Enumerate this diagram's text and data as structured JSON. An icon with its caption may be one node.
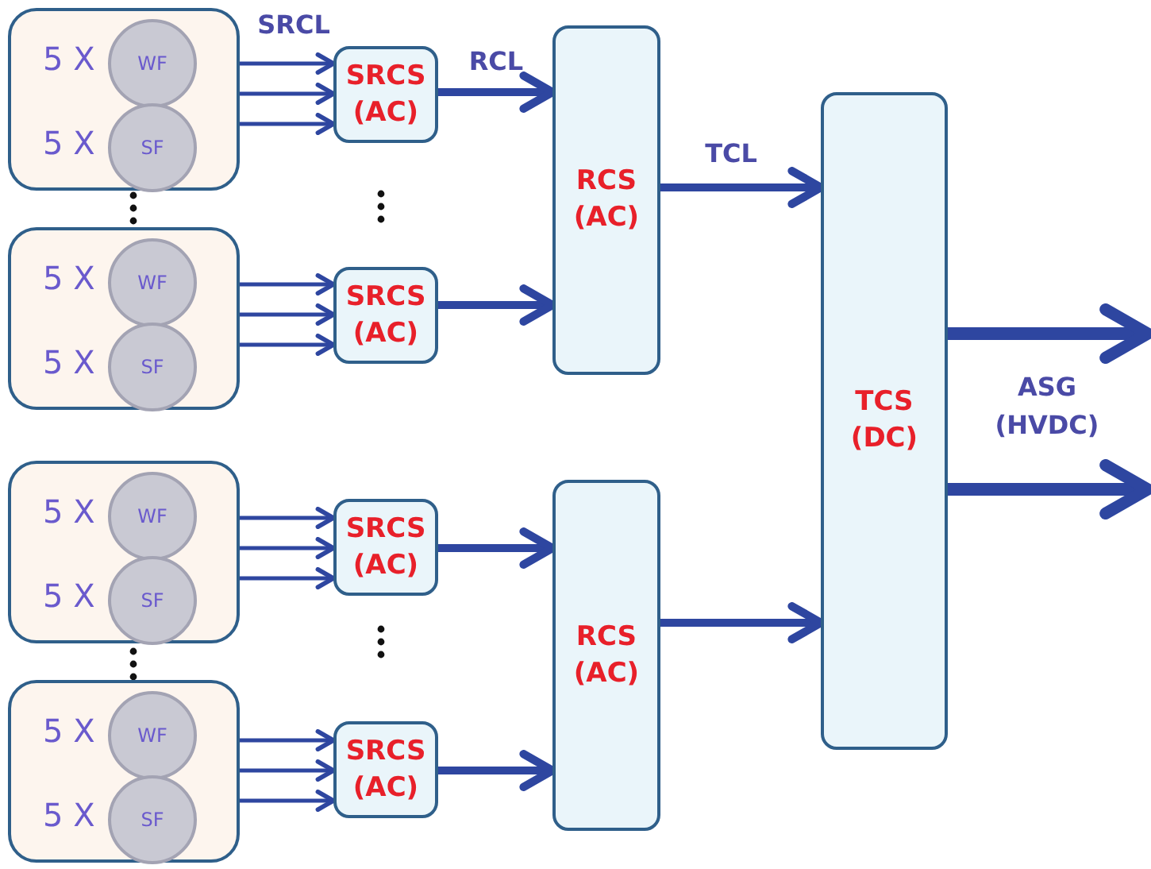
{
  "diagram": {
    "nodes": [
      {
        "text": [
          "5 X",
          "5 X"
        ]
      },
      {
        "text": [
          "WF"
        ],
        "in": 0
      },
      {
        "text": [
          "SF"
        ],
        "in": 0
      },
      {
        "text": [
          "SRCS (AC)"
        ]
      },
      {
        "text": [
          "5 X",
          "5 X"
        ]
      },
      {
        "text": [
          "WF"
        ],
        "in": 4
      },
      {
        "text": [
          "SF"
        ],
        "in": 4
      },
      {
        "text": [
          "SRCS (AC)"
        ]
      },
      {
        "text": [
          "RCS (AC)"
        ]
      },
      {
        "text": [
          "5 X",
          "5 X"
        ]
      },
      {
        "text": [
          "WF"
        ],
        "in": 9
      },
      {
        "text": [
          "SF"
        ],
        "in": 9
      },
      {
        "text": [
          "SRCS (AC)"
        ]
      },
      {
        "text": [
          "5 X",
          "5 X"
        ]
      },
      {
        "text": [
          "WF"
        ],
        "in": 13
      },
      {
        "text": [
          "SF"
        ],
        "in": 13
      },
      {
        "text": [
          "SRCS (AC)"
        ]
      },
      {
        "text": [
          "RCS (AC)"
        ]
      },
      {
        "text": [
          "TCS (DC)"
        ]
      }
    ],
    "edges": [
      {
        "from": 0,
        "to": 3,
        "arrow": "to"
      },
      {
        "from": 0,
        "to": 3,
        "arrow": "to"
      },
      {
        "from": 0,
        "to": 3,
        "arrow": "to"
      },
      {
        "from": 3,
        "to": 8,
        "arrow": "to",
        "style": "thick"
      },
      {
        "from": 4,
        "to": 7,
        "arrow": "to"
      },
      {
        "from": 4,
        "to": 7,
        "arrow": "to"
      },
      {
        "from": 4,
        "to": 7,
        "arrow": "to"
      },
      {
        "from": 7,
        "to": 8,
        "arrow": "to",
        "style": "thick"
      },
      {
        "from": 8,
        "to": 18,
        "arrow": "to",
        "style": "thick"
      },
      {
        "from": 9,
        "to": 12,
        "arrow": "to"
      },
      {
        "from": 9,
        "to": 12,
        "arrow": "to"
      },
      {
        "from": 9,
        "to": 12,
        "arrow": "to"
      },
      {
        "from": 13,
        "to": 16,
        "arrow": "to"
      },
      {
        "from": 13,
        "to": 16,
        "arrow": "to"
      },
      {
        "from": 13,
        "to": 16,
        "arrow": "to"
      },
      {
        "from": 12,
        "to": 17,
        "arrow": "to",
        "style": "thick"
      },
      {
        "from": 16,
        "to": 17,
        "arrow": "to",
        "style": "thick"
      },
      {
        "from": 17,
        "to": 18,
        "arrow": "to",
        "style": "thick"
      },
      {
        "from": 18,
        "to": null,
        "arrow": "to",
        "style": "thick"
      },
      {
        "from": 18,
        "to": null,
        "arrow": "to",
        "style": "thick"
      }
    ],
    "labels": [
      "SRCL",
      "RCL",
      "TCL",
      "ASG (HVDC)"
    ]
  }
}
